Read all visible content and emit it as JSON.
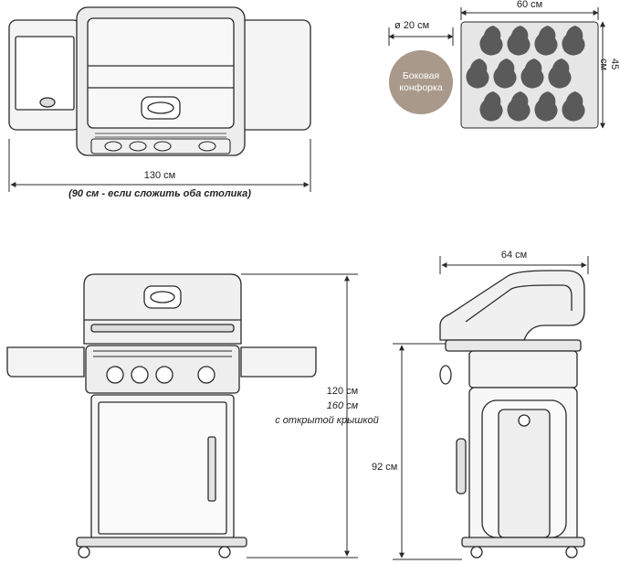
{
  "dimensions": {
    "top_width": "130 см",
    "top_width_folded": "(90 см - если сложить оба столика)",
    "burner_diameter": "ø 20 см",
    "grill_area_width": "60 см",
    "grill_area_depth": "45 см",
    "side_depth": "64 см",
    "front_height_closed": "120 см",
    "front_height_open": "160 см",
    "front_height_open_note": "с открытой крышкой",
    "side_height": "92 см"
  },
  "side_burner_label": "Боковая конфорка",
  "colors": {
    "line": "#2a2a2a",
    "steel": "#9a9a9a",
    "burner_fill": "#a8998a",
    "grate_fill": "#e6e6e6",
    "briquette": "#5a5a5a"
  }
}
